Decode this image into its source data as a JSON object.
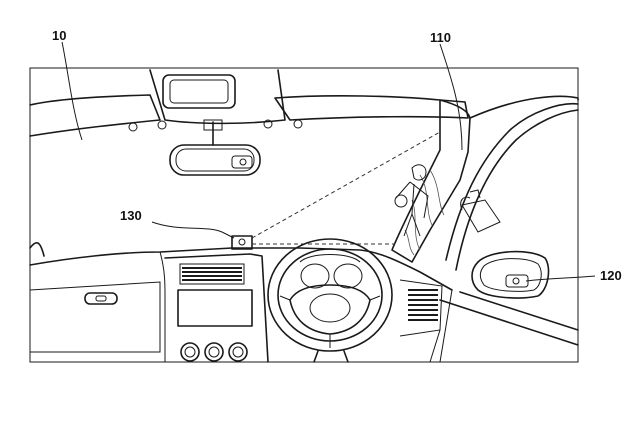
{
  "labels": {
    "windshield": "10",
    "pillar_display": "110",
    "side_mirror": "120",
    "camera": "130"
  },
  "colors": {
    "line": "#1a1a1a",
    "background": "#ffffff"
  }
}
